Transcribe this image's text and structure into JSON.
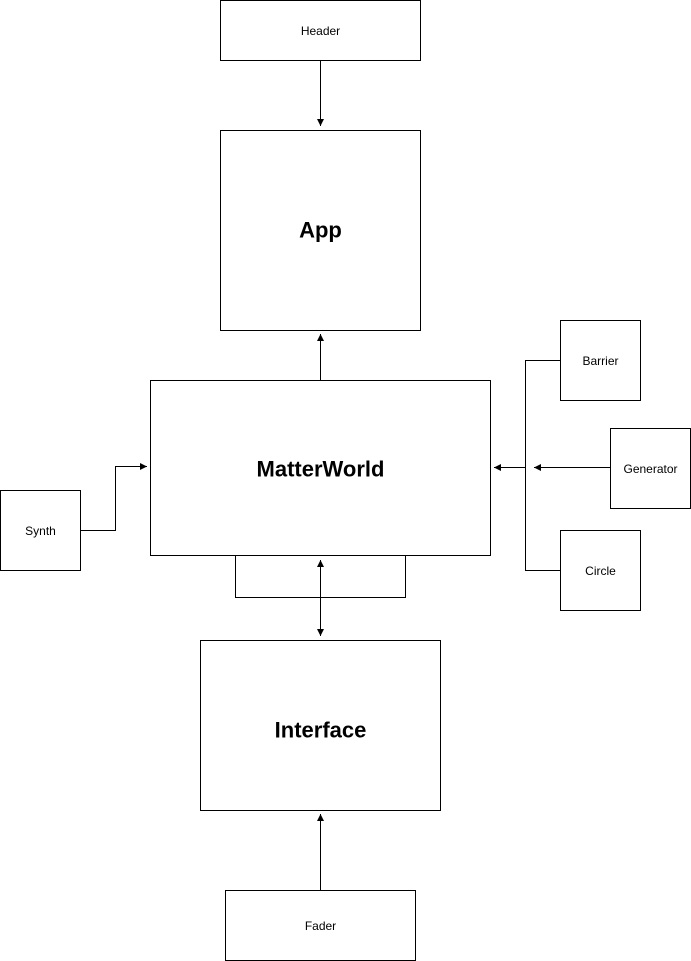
{
  "diagram": {
    "nodes": {
      "header": "Header",
      "app": "App",
      "matterworld": "MatterWorld",
      "synth": "Synth",
      "barrier": "Barrier",
      "generator": "Generator",
      "circle": "Circle",
      "interface": "Interface",
      "fader": "Fader"
    },
    "edges": [
      {
        "from": "Header",
        "to": "App",
        "direction": "forward"
      },
      {
        "from": "MatterWorld",
        "to": "App",
        "direction": "forward"
      },
      {
        "from": "Synth",
        "to": "MatterWorld",
        "direction": "forward"
      },
      {
        "from": "Barrier",
        "to": "MatterWorld",
        "direction": "forward"
      },
      {
        "from": "Generator",
        "to": "MatterWorld",
        "direction": "forward"
      },
      {
        "from": "Circle",
        "to": "MatterWorld",
        "direction": "forward"
      },
      {
        "from": "MatterWorld",
        "to": "Interface",
        "direction": "both"
      },
      {
        "from": "MatterWorld",
        "to": "MatterWorld",
        "direction": "none"
      },
      {
        "from": "Fader",
        "to": "Interface",
        "direction": "forward"
      }
    ],
    "colors": {
      "stroke": "#000000",
      "fill": "#ffffff",
      "text": "#000000"
    }
  }
}
